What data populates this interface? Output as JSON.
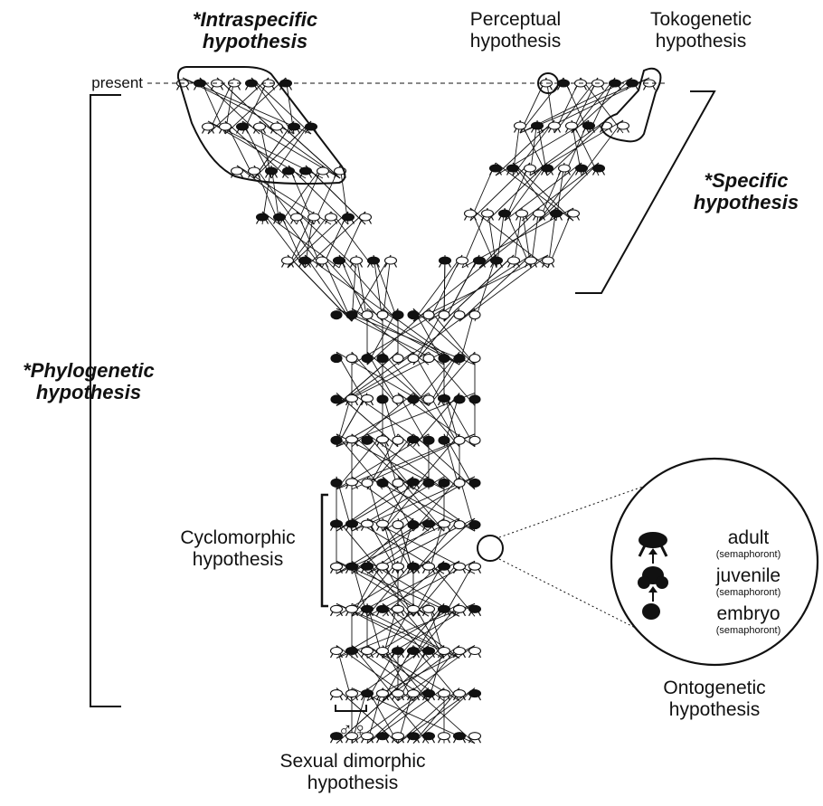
{
  "labels": {
    "intraspecific": [
      "*Intraspecific",
      "hypothesis"
    ],
    "perceptual": [
      "Perceptual",
      "hypothesis"
    ],
    "tokogenetic": [
      "Tokogenetic",
      "hypothesis"
    ],
    "present": "present",
    "specific": [
      "*Specific",
      "hypothesis"
    ],
    "phylogenetic": [
      "*Phylogenetic",
      "hypothesis"
    ],
    "cyclomorphic": [
      "Cyclomorphic",
      "hypothesis"
    ],
    "ontogenetic": [
      "Ontogenetic",
      "hypothesis"
    ],
    "sexual_dimorphic": [
      "Sexual dimorphic",
      "hypothesis"
    ],
    "sex_symbols": "♂♀"
  },
  "inset": {
    "stages": [
      {
        "name": "adult",
        "note": "(semaphoront)",
        "icon": "adult-silhouette"
      },
      {
        "name": "juvenile",
        "note": "(semaphoront)",
        "icon": "juvenile-silhouette"
      },
      {
        "name": "embryo",
        "note": "(semaphoront)",
        "icon": "embryo-dot"
      }
    ]
  },
  "generations": {
    "trunk": [
      "EEOOEEOOOO",
      "EOEEOOOEEO",
      "ESSEOEOJEE",
      "ESESOJEEOO",
      "ESOEOJEEOE",
      "JJSSOEJSOE",
      "SJJSSJSJSS",
      "SSJJSSSJSJ",
      "SJSSJJJSSS",
      "SSJSSSJSSJ",
      "JSSJSJJSJS"
    ],
    "left": [
      "SJSJSJS",
      "JJSSSJS",
      "SSJJJSS",
      "SSJSSJJ",
      "SJSSJSJ"
    ],
    "right": [
      "JSJJSSS",
      "SSJSSJS",
      "JJSJSJJ",
      "SJSSJSS",
      "SJSSJJS"
    ]
  },
  "colors": {
    "ink": "#111111",
    "fill_dark": "#111111",
    "fill_light": "#ffffff"
  }
}
